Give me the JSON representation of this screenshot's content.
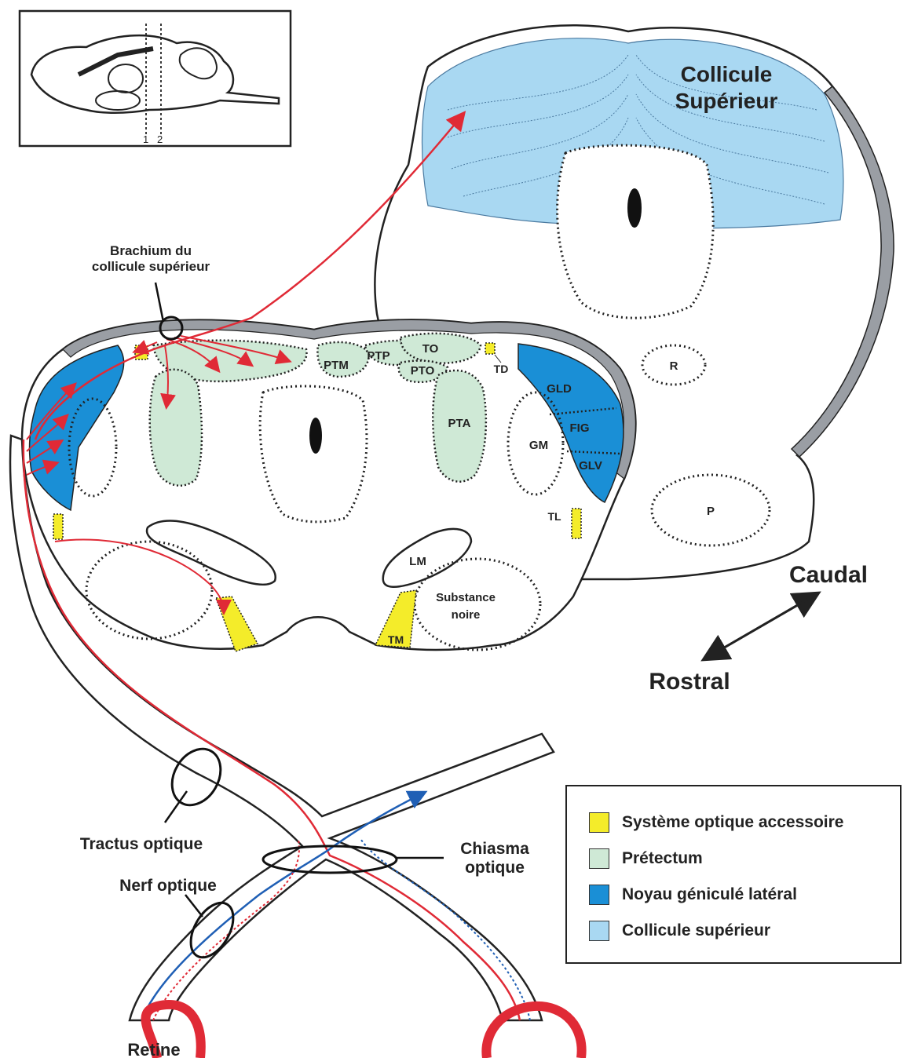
{
  "colors": {
    "accessory_optic": "#f4ec2a",
    "pretectum": "#cfe9d6",
    "lgn": "#1a8fd6",
    "superior_colliculus": "#a9d8f2",
    "retina_red": "#e02a36",
    "pathway_blue": "#1f5fb5",
    "outline_gray": "#9a9ea4"
  },
  "inset": {
    "marker_1": "1",
    "marker_2": "2"
  },
  "upper_section": {
    "sc_title_line1": "Collicule",
    "sc_title_line2": "Supérieur",
    "label_r": "R",
    "label_p": "P"
  },
  "lower_section": {
    "brachium_line1": "Brachium du",
    "brachium_line2": "collicule supérieur",
    "ptm": "PTM",
    "ptp": "PTP",
    "to": "TO",
    "pto": "PTO",
    "td": "TD",
    "pta": "PTA",
    "gld": "GLD",
    "fig": "FIG",
    "glv": "GLV",
    "gm": "GM",
    "tl": "TL",
    "lm": "LM",
    "substance_line1": "Substance",
    "substance_line2": "noire",
    "tm": "TM"
  },
  "orientation": {
    "caudal": "Caudal",
    "rostral": "Rostral"
  },
  "pathway": {
    "tractus": "Tractus optique",
    "nerf": "Nerf optique",
    "chiasma_line1": "Chiasma",
    "chiasma_line2": "optique",
    "retine": "Retine"
  },
  "legend": [
    {
      "label": "Système optique accessoire",
      "color": "#f4ec2a"
    },
    {
      "label": "Prétectum",
      "color": "#cfe9d6"
    },
    {
      "label": "Noyau géniculé latéral",
      "color": "#1a8fd6"
    },
    {
      "label": "Collicule supérieur",
      "color": "#a9d8f2"
    }
  ]
}
